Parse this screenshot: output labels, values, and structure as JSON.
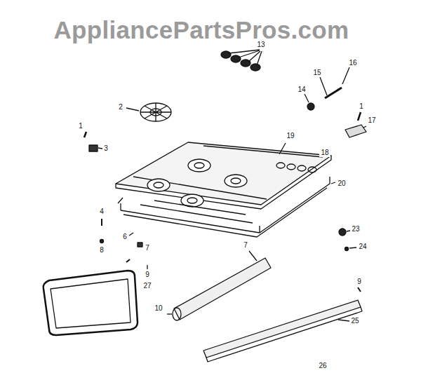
{
  "diagram": {
    "labels": [
      "AppliancePartsPros.com",
      "13",
      "2",
      "16",
      "15",
      "14",
      "1",
      "17",
      "1",
      "3",
      "19",
      "18",
      "20",
      "4",
      "6",
      "8",
      "7",
      "9",
      "27",
      "23",
      "24",
      "7",
      "9",
      "10",
      "25",
      "26"
    ]
  }
}
